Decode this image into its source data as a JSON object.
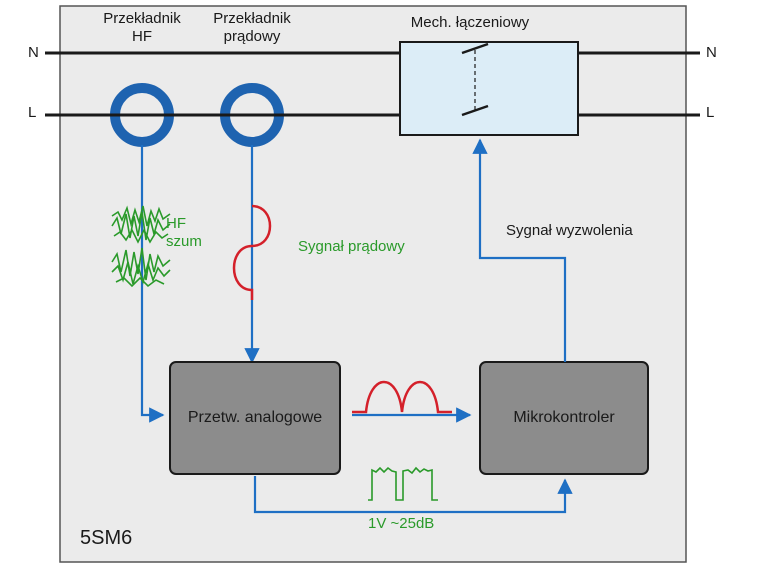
{
  "labels": {
    "hf_transformer": "Przekładnik\nHF",
    "current_transformer": "Przekładnik\nprądowy",
    "switching_mechanism": "Mech. łączeniowy",
    "n_left": "N",
    "n_right": "N",
    "l_left": "L",
    "l_right": "L",
    "hf_noise": "HF\nszum",
    "current_signal": "Sygnał prądowy",
    "trip_signal": "Sygnał wyzwolenia",
    "analog_converter": "Przetw. analogowe",
    "microcontroller": "Mikrokontroler",
    "level": "1V ~25dB",
    "device_name": "5SM6"
  },
  "colors": {
    "panel_fill": "#ebebeb",
    "panel_border": "#555555",
    "wire": "#1a1a1a",
    "ring": "#1e63b0",
    "signal_line": "#1e6fc4",
    "hf_noise": "#2a9a2a",
    "current_wave": "#d4202a",
    "level_wave": "#2a9a2a",
    "block_fill": "#8c8c8c",
    "switch_box_fill": "#dcedf7"
  }
}
